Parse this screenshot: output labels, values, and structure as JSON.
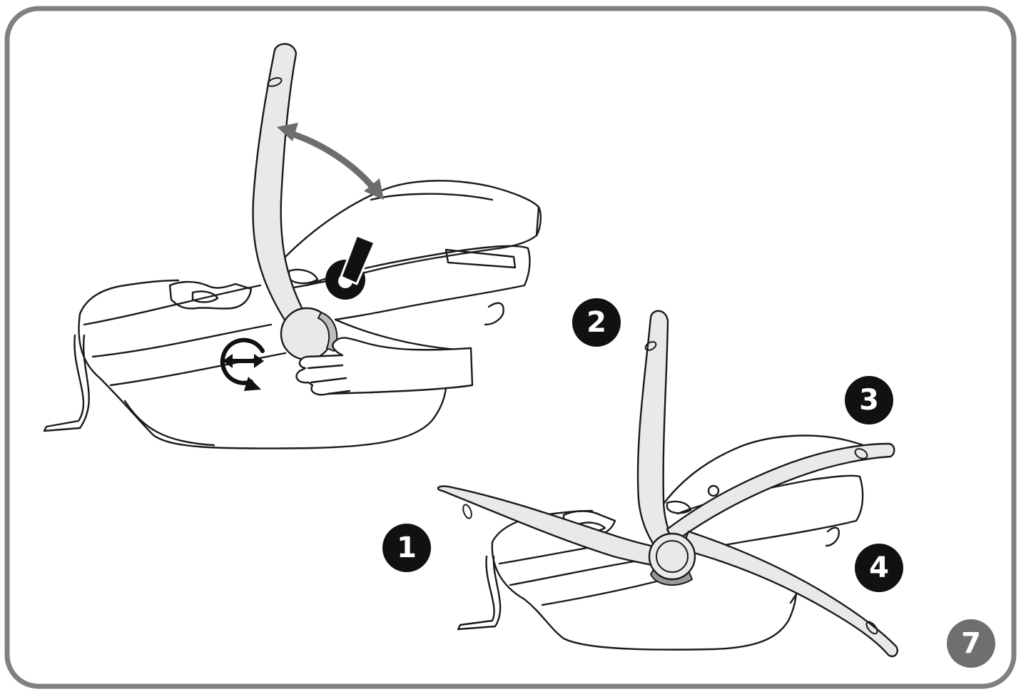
{
  "colors": {
    "frame": "#808080",
    "ink": "#1a1a1a",
    "handle_fill": "#e9e9e9",
    "arrow": "#6d6d6d",
    "step_badge": "#111111",
    "figure_badge": "#6f6f6f",
    "paper": "#ffffff"
  },
  "icons": {
    "rotate_adjust": "rotate-adjust-icon",
    "press_button": "press-button-icon",
    "swing_arrow": "double-arrow-icon",
    "hand": "hand-icon"
  },
  "steps": {
    "one": "1",
    "two": "2",
    "three": "3",
    "four": "4"
  },
  "figure_number": "7"
}
